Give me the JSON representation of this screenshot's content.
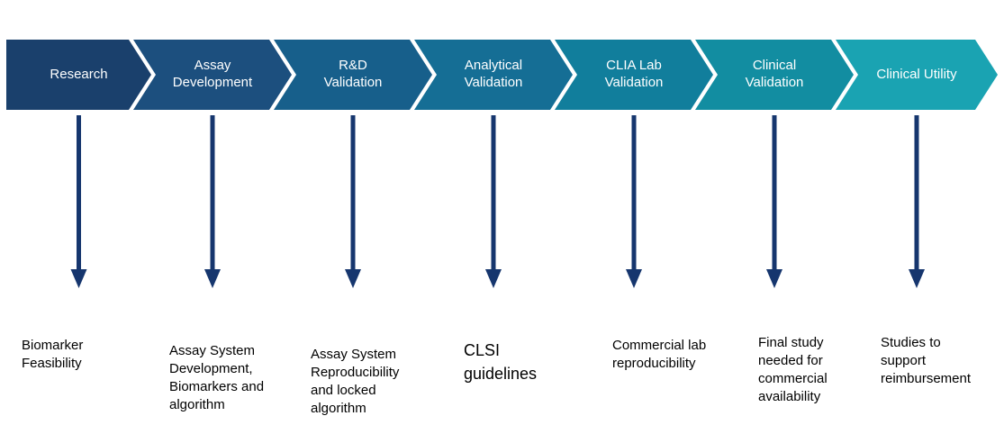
{
  "diagram": {
    "type": "process-flow-chevron",
    "background_color": "#ffffff",
    "chevron_text_color": "#ffffff",
    "description_text_color": "#000000",
    "arrow_color": "#16366e",
    "stages": [
      {
        "label": "Research",
        "chevron_color": "#1a406c",
        "description": "Biomarker\nFeasibility"
      },
      {
        "label": "Assay\nDevelopment",
        "chevron_color": "#1c4f7e",
        "description": "Assay System\nDevelopment,\nBiomarkers and\nalgorithm"
      },
      {
        "label": "R&D\nValidation",
        "chevron_color": "#175f8b",
        "description": "Assay System\nReproducibility\nand locked\nalgorithm"
      },
      {
        "label": "Analytical\nValidation",
        "chevron_color": "#156e95",
        "description": "CLSI\nguidelines",
        "description_large": true
      },
      {
        "label": "CLIA Lab\nValidation",
        "chevron_color": "#117e9c",
        "description": "Commercial lab\nreproducibility"
      },
      {
        "label": "Clinical\nValidation",
        "chevron_color": "#128da1",
        "description": "Final study\nneeded for\ncommercial\navailability"
      },
      {
        "label": "Clinical Utility",
        "chevron_color": "#1aa3b2",
        "description": "Studies to\nsupport\nreimbursement"
      }
    ]
  }
}
